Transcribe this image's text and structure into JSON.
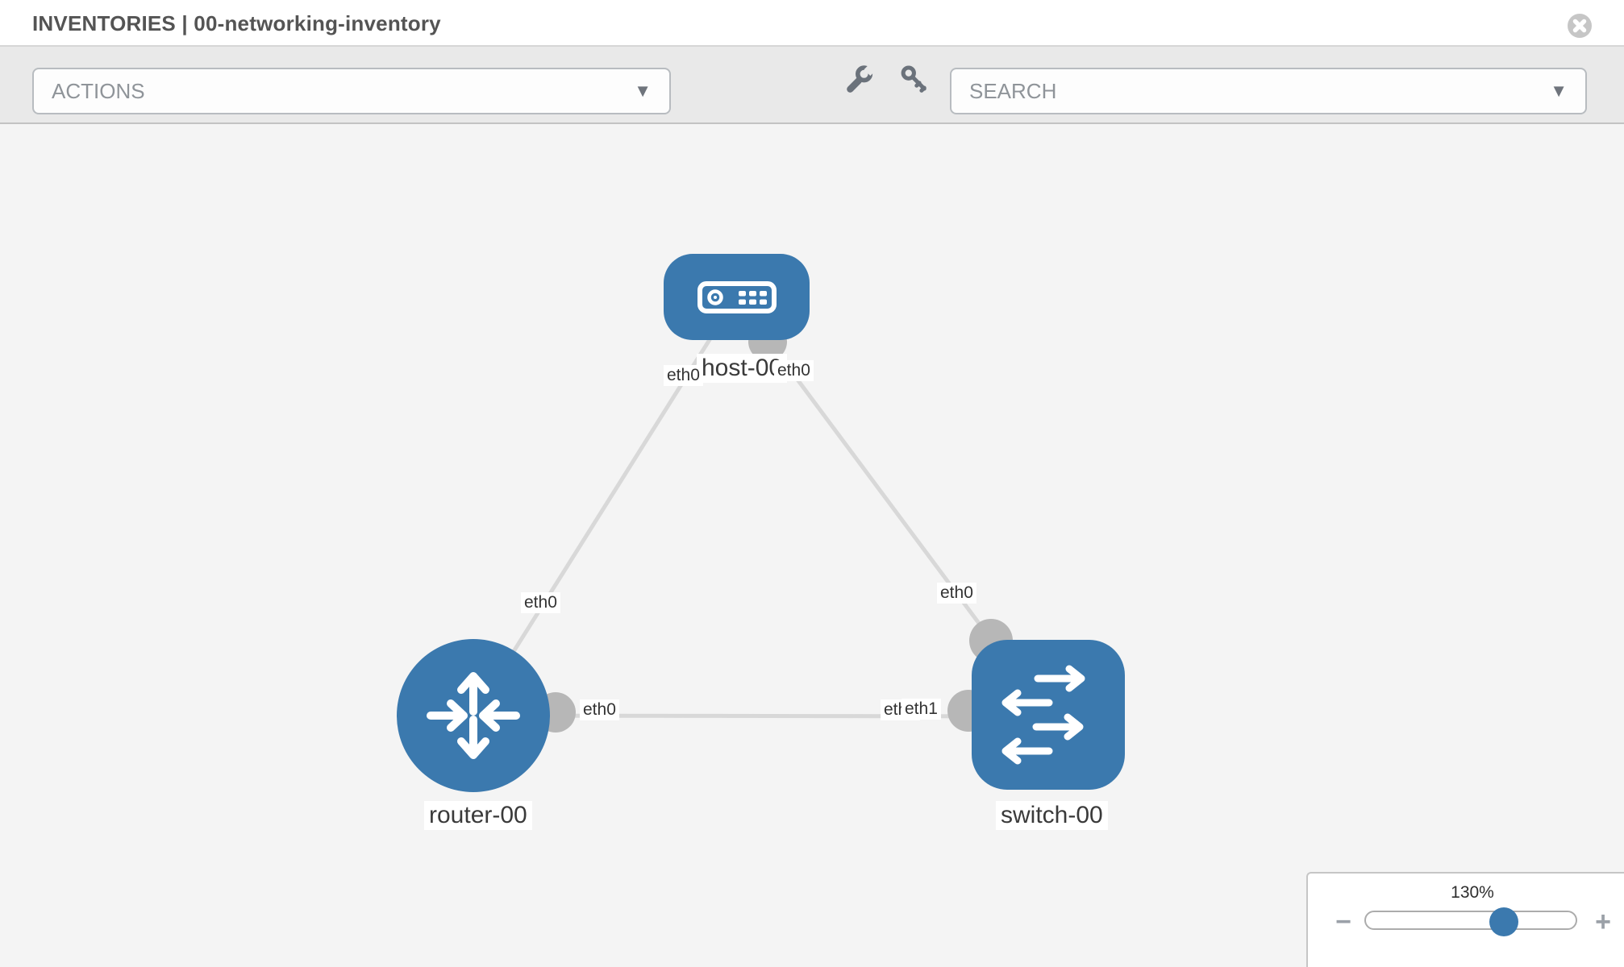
{
  "header": {
    "title": "INVENTORIES | 00-networking-inventory"
  },
  "toolbar": {
    "actions_label": "ACTIONS",
    "search_placeholder": "SEARCH",
    "caret": "▼",
    "tool_icons": [
      "wrench-icon",
      "key-icon"
    ]
  },
  "topology": {
    "nodes": [
      {
        "id": "host-00",
        "label": "host-00",
        "type": "host",
        "icon": "server-icon"
      },
      {
        "id": "router-00",
        "label": "router-00",
        "type": "router",
        "icon": "router-arrows-icon"
      },
      {
        "id": "switch-00",
        "label": "switch-00",
        "type": "switch",
        "icon": "switch-arrows-icon"
      }
    ],
    "links": [
      {
        "source": "host-00",
        "source_interface": "eth0",
        "target": "router-00",
        "target_interface": "eth0"
      },
      {
        "source": "host-00",
        "source_interface": "eth0",
        "target": "switch-00",
        "target_interface": "eth0"
      },
      {
        "source": "router-00",
        "source_interface": "eth0",
        "target": "switch-00",
        "target_interface": "eth1",
        "obscured_interface_label": "eth0"
      }
    ]
  },
  "zoom_control": {
    "level": "130%",
    "decrease": "−",
    "increase": "+"
  },
  "colors": {
    "node_blue": "#3b79ae",
    "link_gray": "#d8d8d8",
    "connector_gray": "#b7b7b7",
    "toolbar_gray": "#e9e9e9",
    "canvas_gray": "#f4f4f4"
  }
}
